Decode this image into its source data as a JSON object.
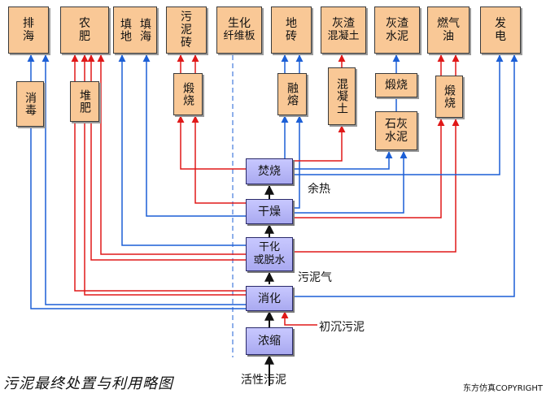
{
  "title": "污泥最终处置与利用略图",
  "credit": "东方仿真COPYRIGHT",
  "colors": {
    "red": "#e01818",
    "blue": "#1c5fd6",
    "box_fill": "#f9c896",
    "process_fill": "#b8b8f8"
  },
  "top_boxes": [
    {
      "id": "sea",
      "l1": "排",
      "l2": "海"
    },
    {
      "id": "farm",
      "l1": "农",
      "l2": "肥"
    },
    {
      "id": "landfill",
      "l1": "填地",
      "l2": "填海"
    },
    {
      "id": "brick",
      "l1": "污",
      "l2": "泥",
      "l3": "砖"
    },
    {
      "id": "fiberboard",
      "l1": "生化",
      "l2": "纤维板"
    },
    {
      "id": "tile",
      "l1": "地",
      "l2": "砖"
    },
    {
      "id": "concrete",
      "l1": "灰渣",
      "l2": "混凝土"
    },
    {
      "id": "cement",
      "l1": "灰渣",
      "l2": "水泥"
    },
    {
      "id": "fueloil",
      "l1": "燃气",
      "l2": "油"
    },
    {
      "id": "power",
      "l1": "发",
      "l2": "电"
    }
  ],
  "mid_boxes": {
    "disinfect": "消毒",
    "compost": "堆肥",
    "calcine1": "煅烧",
    "melt": "融熔",
    "mix": "混凝土",
    "calcine2": "煅烧",
    "lime_cement": "石灰水泥",
    "calcine3": "煅烧"
  },
  "process": {
    "incinerate": "焚烧",
    "dry": "干燥",
    "dewater_l1": "干化",
    "dewater_l2": "或脱水",
    "digest": "消化",
    "thicken": "浓缩"
  },
  "labels": {
    "waste_heat": "余热",
    "sludge_gas": "污泥气",
    "primary_sludge": "初沉污泥",
    "activated_sludge": "活性污泥"
  }
}
